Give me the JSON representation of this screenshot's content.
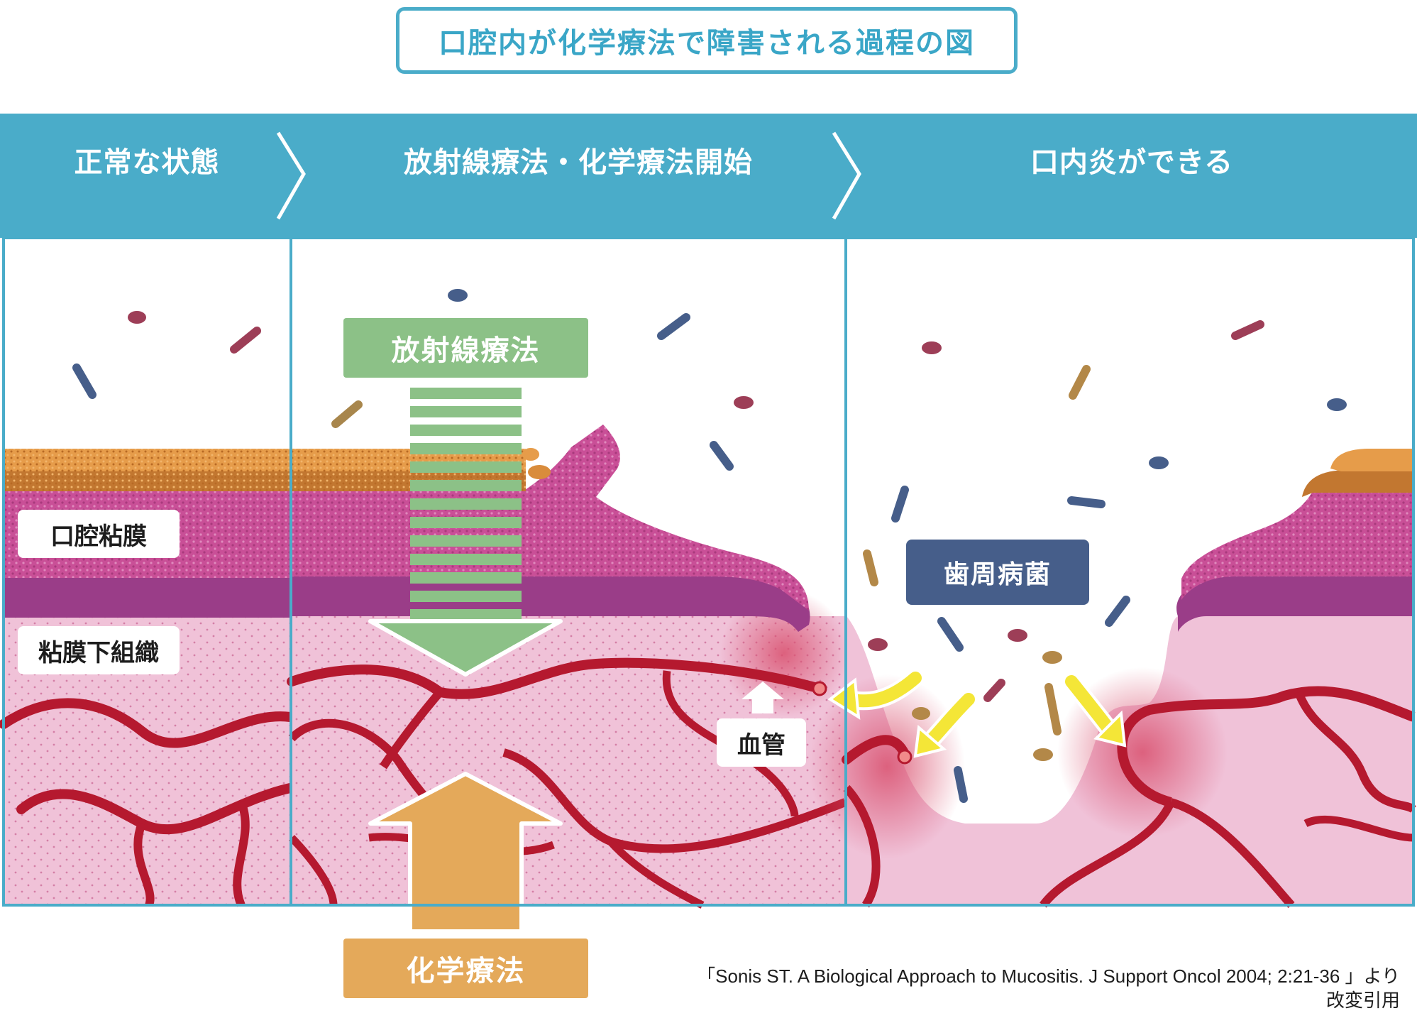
{
  "title": "口腔内が化学療法で障害される過程の図",
  "stages": [
    "正常な状態",
    "放射線療法・化学療法開始",
    "口内炎ができる"
  ],
  "labels": {
    "oral_mucosa": "口腔粘膜",
    "submucosa": "粘膜下組織",
    "radiation": "放射線療法",
    "chemo": "化学療法",
    "blood_vessel": "血管",
    "periodontal_bacteria": "歯周病菌"
  },
  "citation": {
    "line1": "「Sonis ST. A Biological Approach to Mucositis. J Support Oncol 2004; 2:21-36 」より",
    "line2": "改変引用"
  },
  "colors": {
    "banner": "#4aacc9",
    "tissue": "#eeb9d0",
    "mucosa": "#c94f97",
    "basal": "#9a3d88",
    "surface": "#d98c3c",
    "vessel": "#b5192f",
    "radiation": "#8cc187",
    "chemo": "#e4a95a",
    "arrow": "#f4e637",
    "bacteria_label": "#465e8a"
  }
}
